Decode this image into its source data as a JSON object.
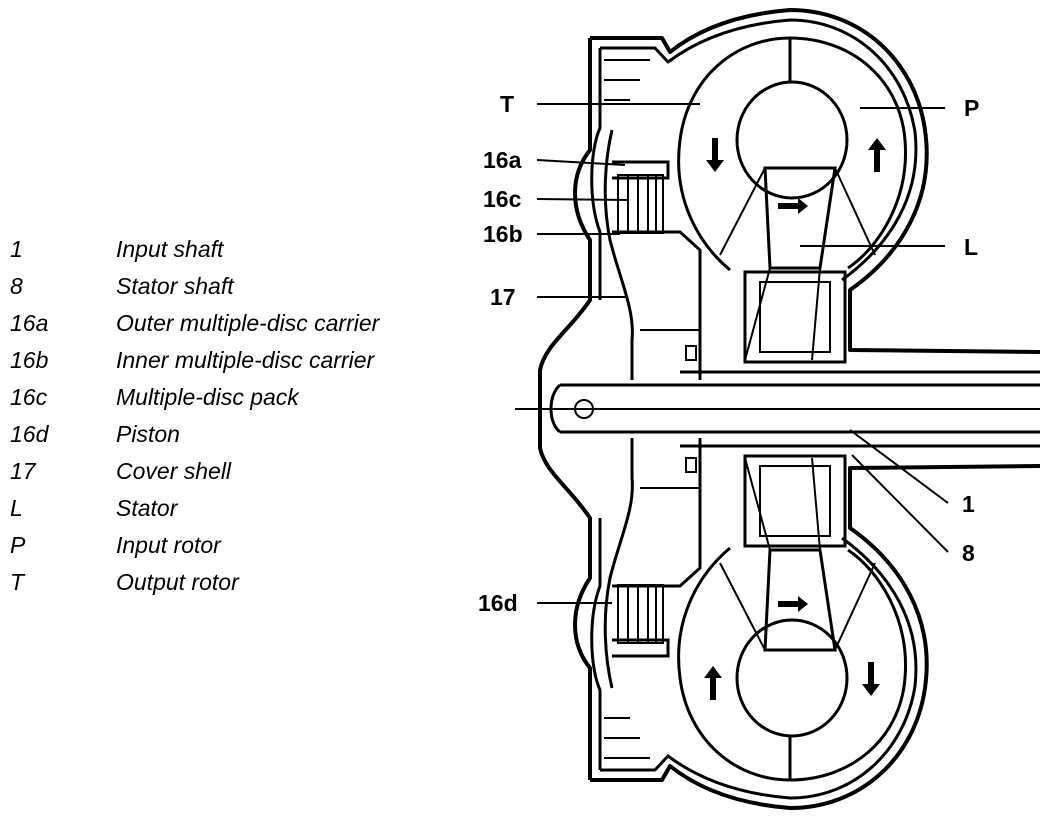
{
  "legend": [
    {
      "key": "1",
      "label": "Input shaft"
    },
    {
      "key": "8",
      "label": "Stator shaft"
    },
    {
      "key": "16a",
      "label": "Outer multiple-disc carrier"
    },
    {
      "key": "16b",
      "label": "Inner multiple-disc carrier"
    },
    {
      "key": "16c",
      "label": "Multiple-disc pack"
    },
    {
      "key": "16d",
      "label": "Piston"
    },
    {
      "key": "17",
      "label": "Cover shell"
    },
    {
      "key": "L",
      "label": "Stator"
    },
    {
      "key": "P",
      "label": "Input rotor"
    },
    {
      "key": "T",
      "label": "Output rotor"
    }
  ],
  "callouts": {
    "T": "T",
    "P": "P",
    "c16a": "16a",
    "c16c": "16c",
    "c16b": "16b",
    "L": "L",
    "c17": "17",
    "c1": "1",
    "c8": "8",
    "c16d": "16d"
  },
  "colors": {
    "ink": "#000000",
    "background": "#ffffff"
  }
}
